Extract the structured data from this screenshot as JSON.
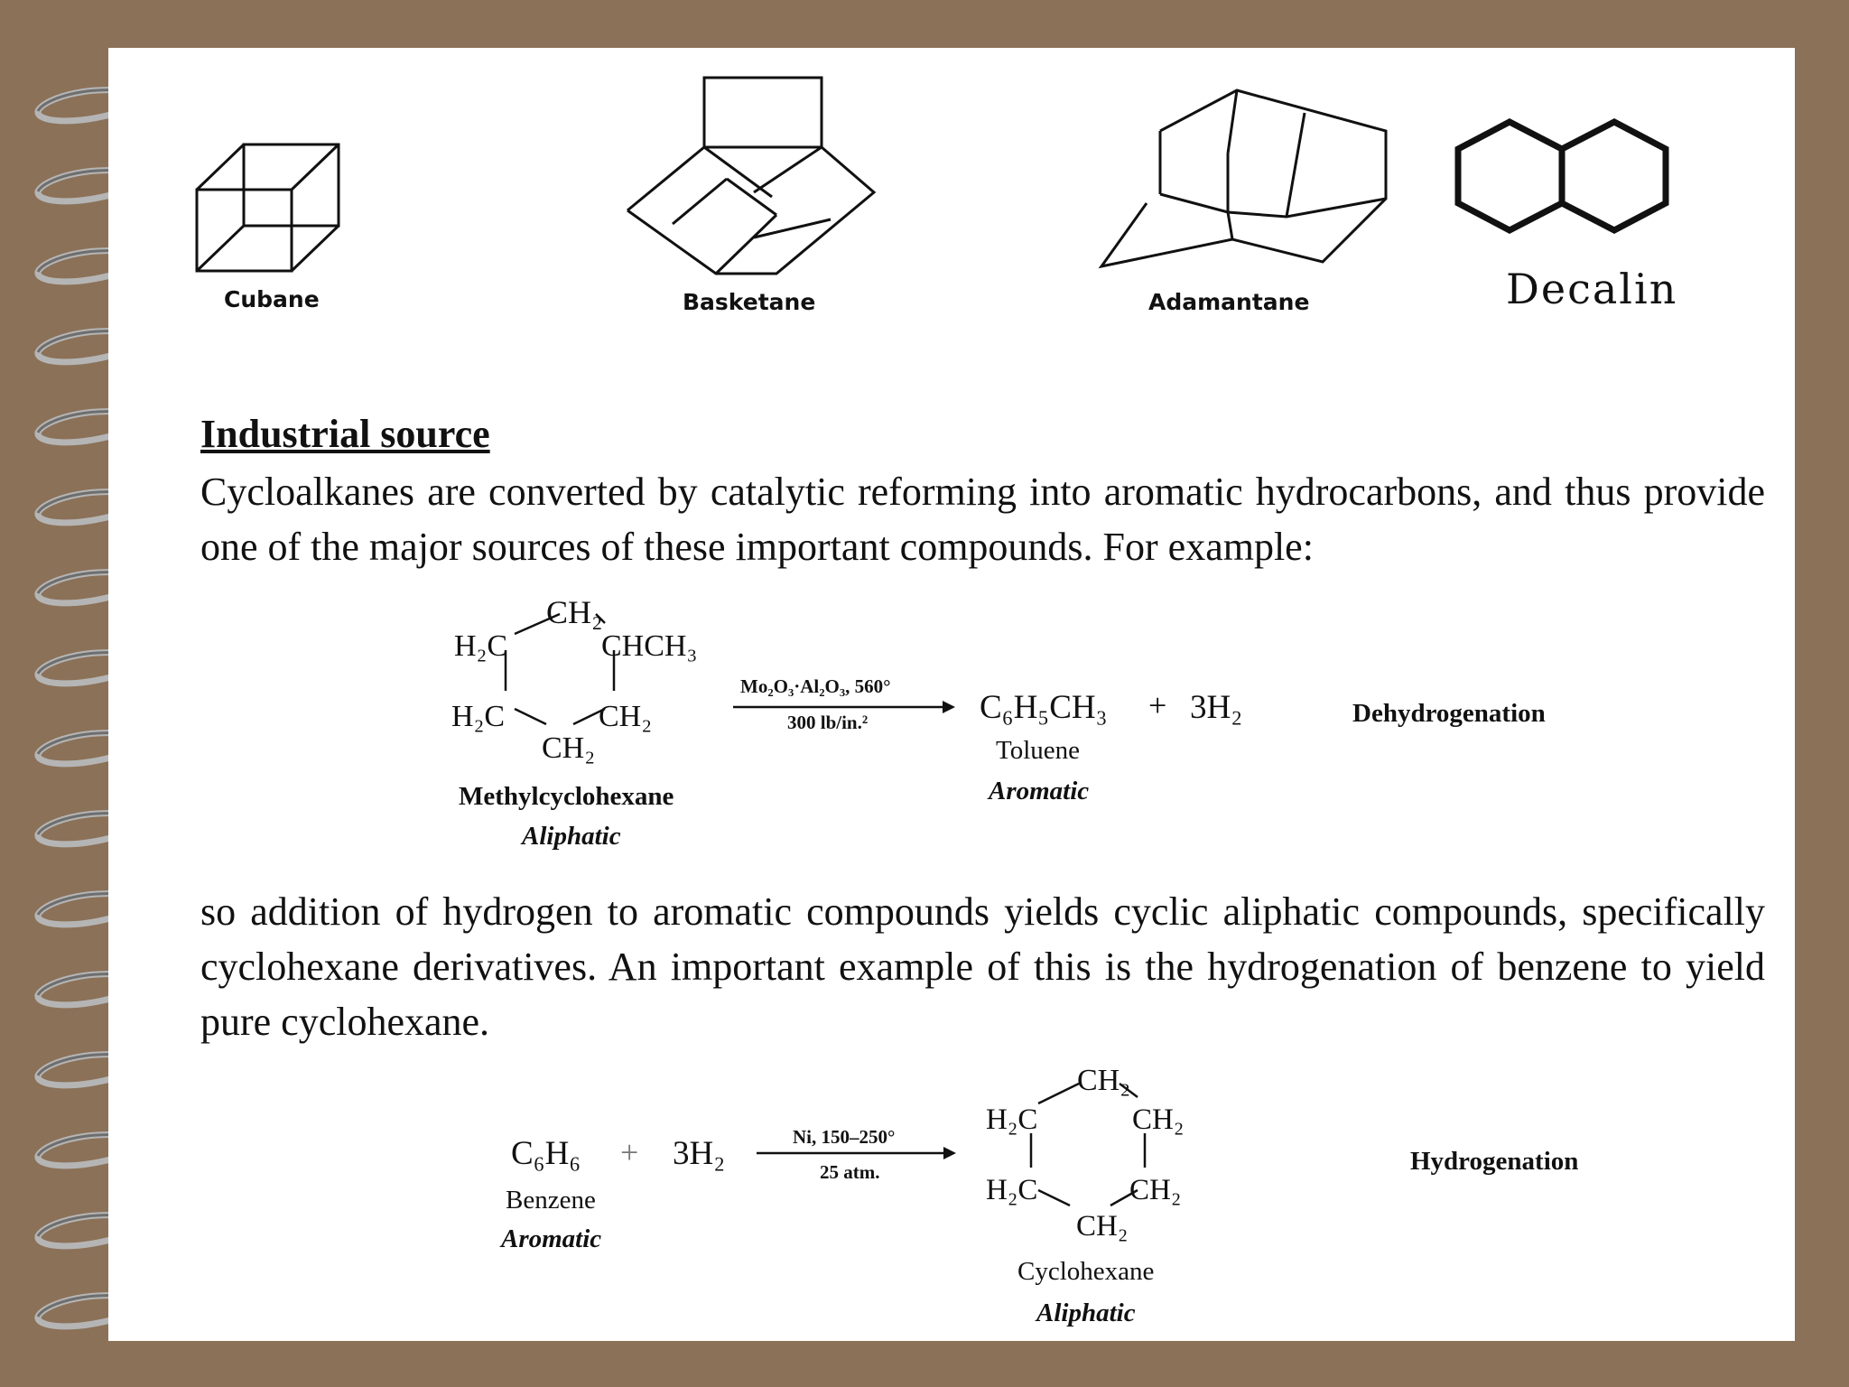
{
  "structures": {
    "cubane": "Cubane",
    "basketane": "Basketane",
    "adamantane": "Adamantane",
    "decalin": "Decalin"
  },
  "section": {
    "heading": "Industrial source",
    "para1": "Cycloalkanes are converted by catalytic reforming into aromatic hydrocarbons, and thus provide one of the major sources of these important compounds. For example:",
    "para2": "so addition of hydrogen to aromatic compounds yields cyclic aliphatic compounds, specifically cyclohexane derivatives. An important example of this is the hydrogenation of benzene to yield pure cyclohexane."
  },
  "reaction1": {
    "reactant_name": "Methylcyclohexane",
    "reactant_class": "Aliphatic",
    "ring_top": "CH₂",
    "ring_ul": "H₂C",
    "ring_ur": "CHCH₃",
    "ring_ll": "H₂C",
    "ring_lr": "CH₂",
    "ring_bottom": "CH₂",
    "condition_top": "Mo₂O₃·Al₂O₃, 560°",
    "condition_bottom": "300 lb/in.²",
    "product": "C₆H₅CH₃",
    "plus": "+",
    "byproduct": "3H₂",
    "product_name": "Toluene",
    "product_class": "Aromatic",
    "type": "Dehydrogenation"
  },
  "reaction2": {
    "reactant": "C₆H₆",
    "plus": "+",
    "reagent": "3H₂",
    "reactant_name": "Benzene",
    "reactant_class": "Aromatic",
    "condition_top": "Ni, 150–250°",
    "condition_bottom": "25 atm.",
    "ring_top": "CH₂",
    "ring_ul": "H₂C",
    "ring_ur": "CH₂",
    "ring_ll": "H₂C",
    "ring_lr": "CH₂",
    "ring_bottom": "CH₂",
    "product_name": "Cyclohexane",
    "product_class": "Aliphatic",
    "type": "Hydrogenation"
  }
}
